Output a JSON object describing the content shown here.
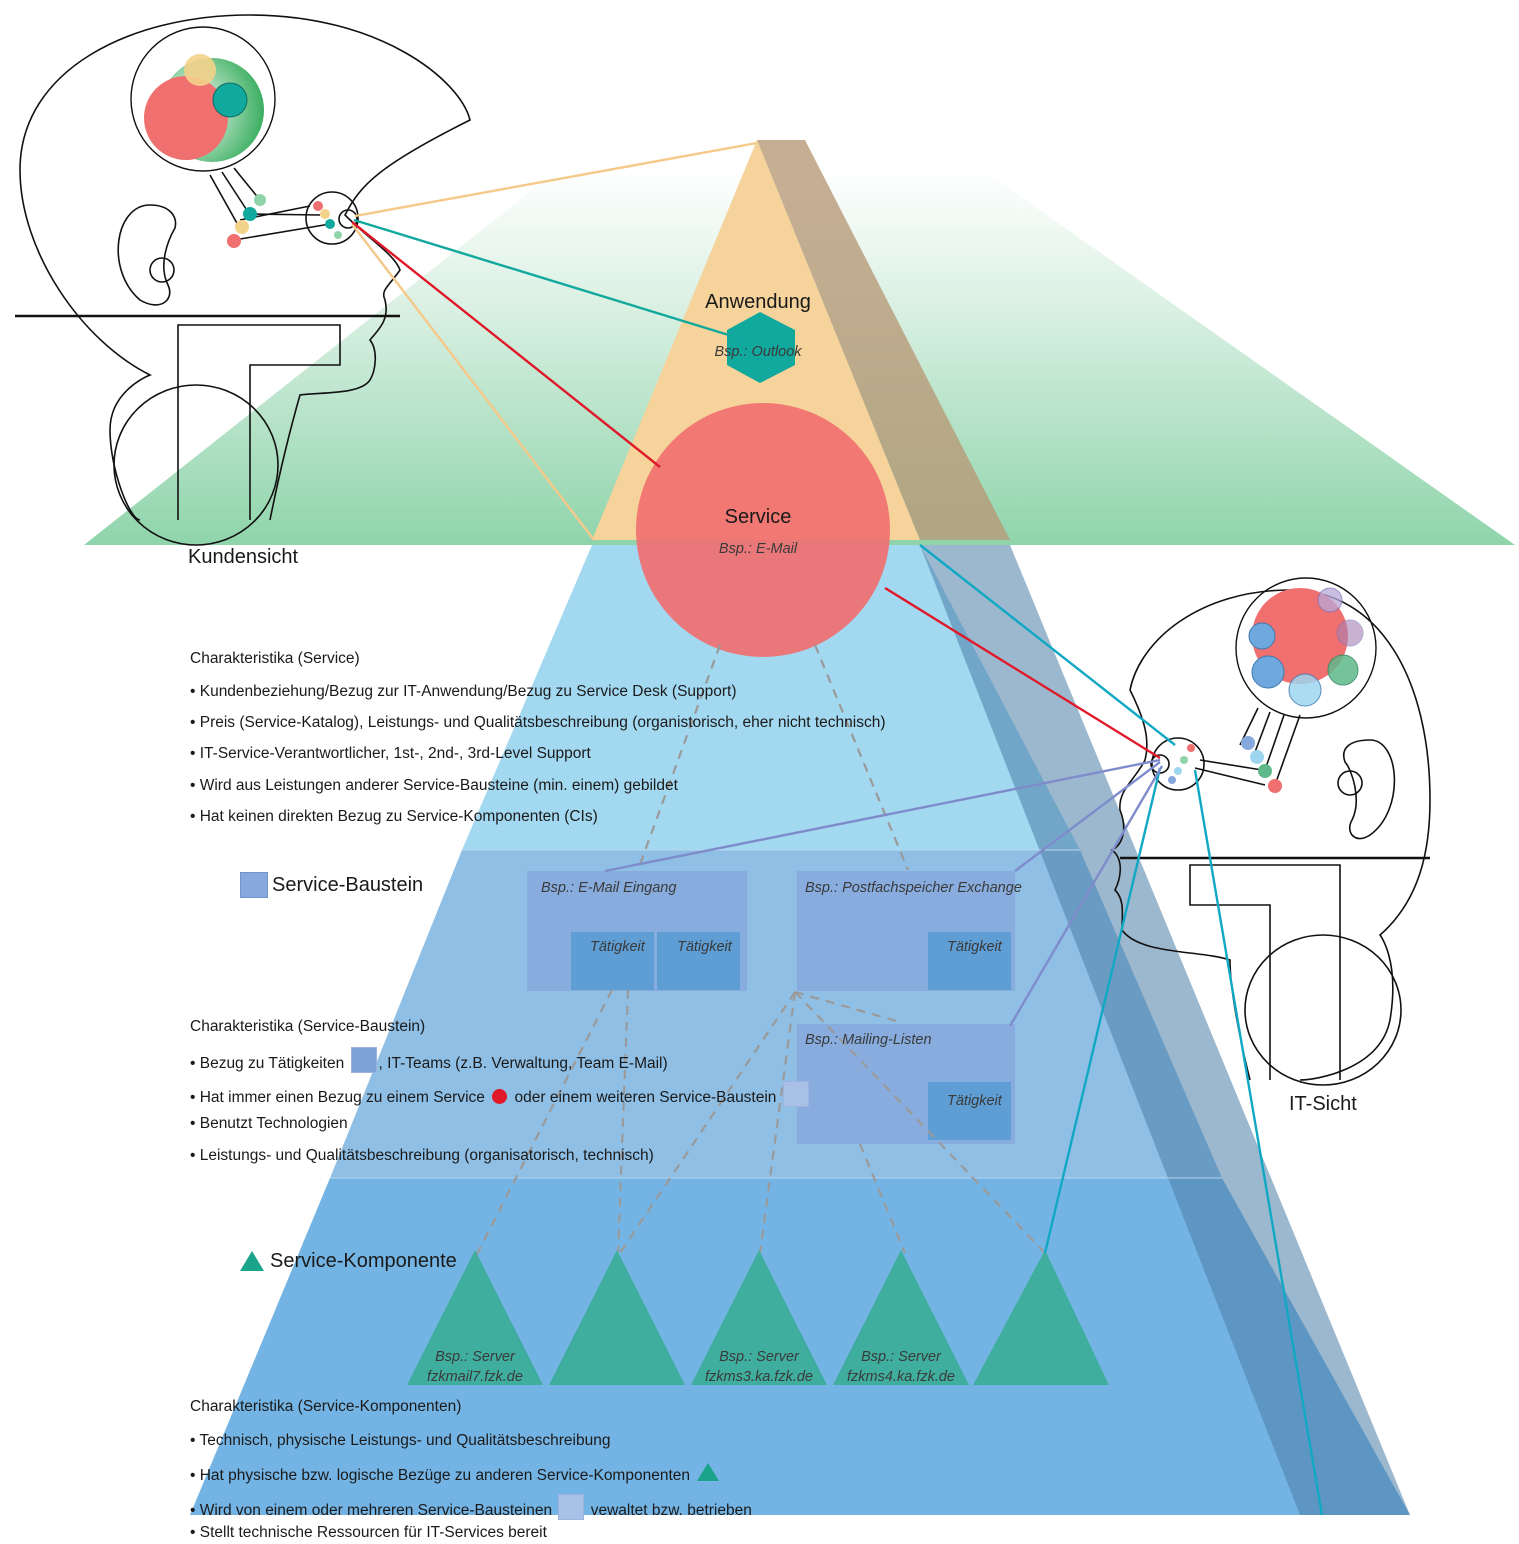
{
  "views": {
    "customer": "Kundensicht",
    "it": "IT-Sicht"
  },
  "application": {
    "title": "Anwendung",
    "example": "Bsp.: Outlook"
  },
  "service": {
    "title": "Service",
    "example": "Bsp.: E-Mail"
  },
  "service_characteristics": {
    "heading": "Charakteristika (Service)",
    "items": [
      "• Kundenbeziehung/Bezug zur IT-Anwendung/Bezug zu Service Desk (Support)",
      "• Preis (Service-Katalog), Leistungs- und Qualitätsbeschreibung (organistorisch, eher nicht technisch)",
      "• IT-Service-Verantwortlicher, 1st-, 2nd-, 3rd-Level Support",
      "• Wird aus Leistungen anderer Service-Bausteine (min. einem) gebildet",
      "• Hat keinen direkten Bezug zu Service-Komponenten (CIs)"
    ]
  },
  "legend": {
    "baustein": "Service-Baustein",
    "komponente": "Service-Komponente"
  },
  "bausteine": {
    "email_eingang": "Bsp.: E-Mail Eingang",
    "postfach": "Bsp.: Postfachspeicher Exchange",
    "mailing": "Bsp.: Mailing-Listen",
    "taetigkeit": "Tätigkeit"
  },
  "baustein_characteristics": {
    "heading": "Charakteristika (Service-Baustein)",
    "item1_pre": "• Bezug zu Tätigkeiten",
    "item1_post": ", IT-Teams (z.B. Verwaltung, Team E-Mail)",
    "item2_pre": "• Hat immer einen Bezug zu einem Service",
    "item2_mid": "oder einem weiteren Service-Baustein",
    "item3": "• Benutzt Technologien",
    "item4": "• Leistungs- und Qualitätsbeschreibung (organisatorisch, technisch)"
  },
  "components": {
    "c1_line1": "Bsp.: Server",
    "c1_line2": "fzkmail7.fzk.de",
    "c3_line1": "Bsp.: Server",
    "c3_line2": "fzkms3.ka.fzk.de",
    "c4_line1": "Bsp.: Server",
    "c4_line2": "fzkms4.ka.fzk.de"
  },
  "komponente_characteristics": {
    "heading": "Charakteristika (Service-Komponenten)",
    "item1": "• Technisch, physische Leistungs- und Qualitätsbeschreibung",
    "item2": "• Hat physische bzw. logische Bezüge zu anderen Service-Komponenten",
    "item3_pre": "• Wird von einem oder mehreren Service-Bausteinen",
    "item3_post": "vewaltet bzw. betrieben",
    "item4": "• Stellt technische Ressourcen für IT-Services bereit"
  },
  "colors": {
    "green_plane": "#8fd4ab",
    "pyramid_orange": "#f5d39a",
    "pyramid_shadow": "#c9a87e",
    "blue_top": "#9ed6f0",
    "blue_mid": "#8fbfe5",
    "blue_bottom": "#74b4e4",
    "blue_shadow": "#5a8fb4",
    "service_red": "#f07070",
    "outlook_teal": "#11a89e",
    "component_teal": "#3fae9e",
    "baustein_box": "#86a8dc",
    "taetigkeit_box": "#5e9ed4"
  }
}
